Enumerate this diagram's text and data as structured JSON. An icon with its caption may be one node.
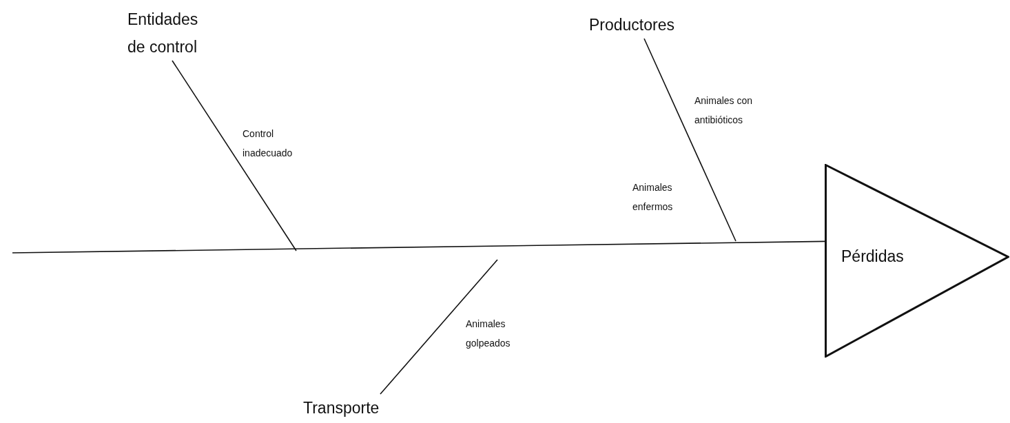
{
  "diagram": {
    "nodes": [
      {
        "text": [
          "Entidades de control"
        ]
      },
      {
        "text": [
          "Productores"
        ]
      },
      {
        "text": [
          "Transporte"
        ]
      },
      {
        "text": [
          "Pérdidas"
        ]
      }
    ],
    "edges": [
      {
        "from": null,
        "to": 3,
        "arrow": "none"
      },
      {
        "from": 0,
        "to": null,
        "arrow": "none"
      },
      {
        "from": 1,
        "to": null,
        "arrow": "none"
      },
      {
        "from": 2,
        "to": null,
        "arrow": "none"
      }
    ],
    "labels": [
      "Control inadecuado",
      "Animales con antibióticos",
      "Animales enfermos",
      "Animales golpeados"
    ]
  }
}
